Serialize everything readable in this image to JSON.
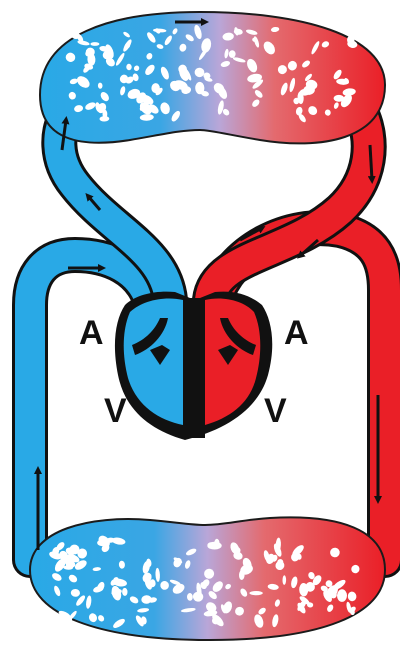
{
  "labels": {
    "atrium_left": "A",
    "atrium_right": "A",
    "ventricle_left": "V",
    "ventricle_right": "V"
  },
  "colors": {
    "deoxygenated": "#29a9e6",
    "oxygenated": "#ea1f27",
    "heart_outline": "#111111",
    "capillary_mix": "#b9a6d8",
    "arrow": "#111111",
    "background": "#ffffff"
  },
  "components": [
    "pulmonary-capillary-bed",
    "systemic-capillary-bed",
    "heart",
    "deoxygenated-vessels",
    "oxygenated-vessels",
    "flow-arrows"
  ]
}
